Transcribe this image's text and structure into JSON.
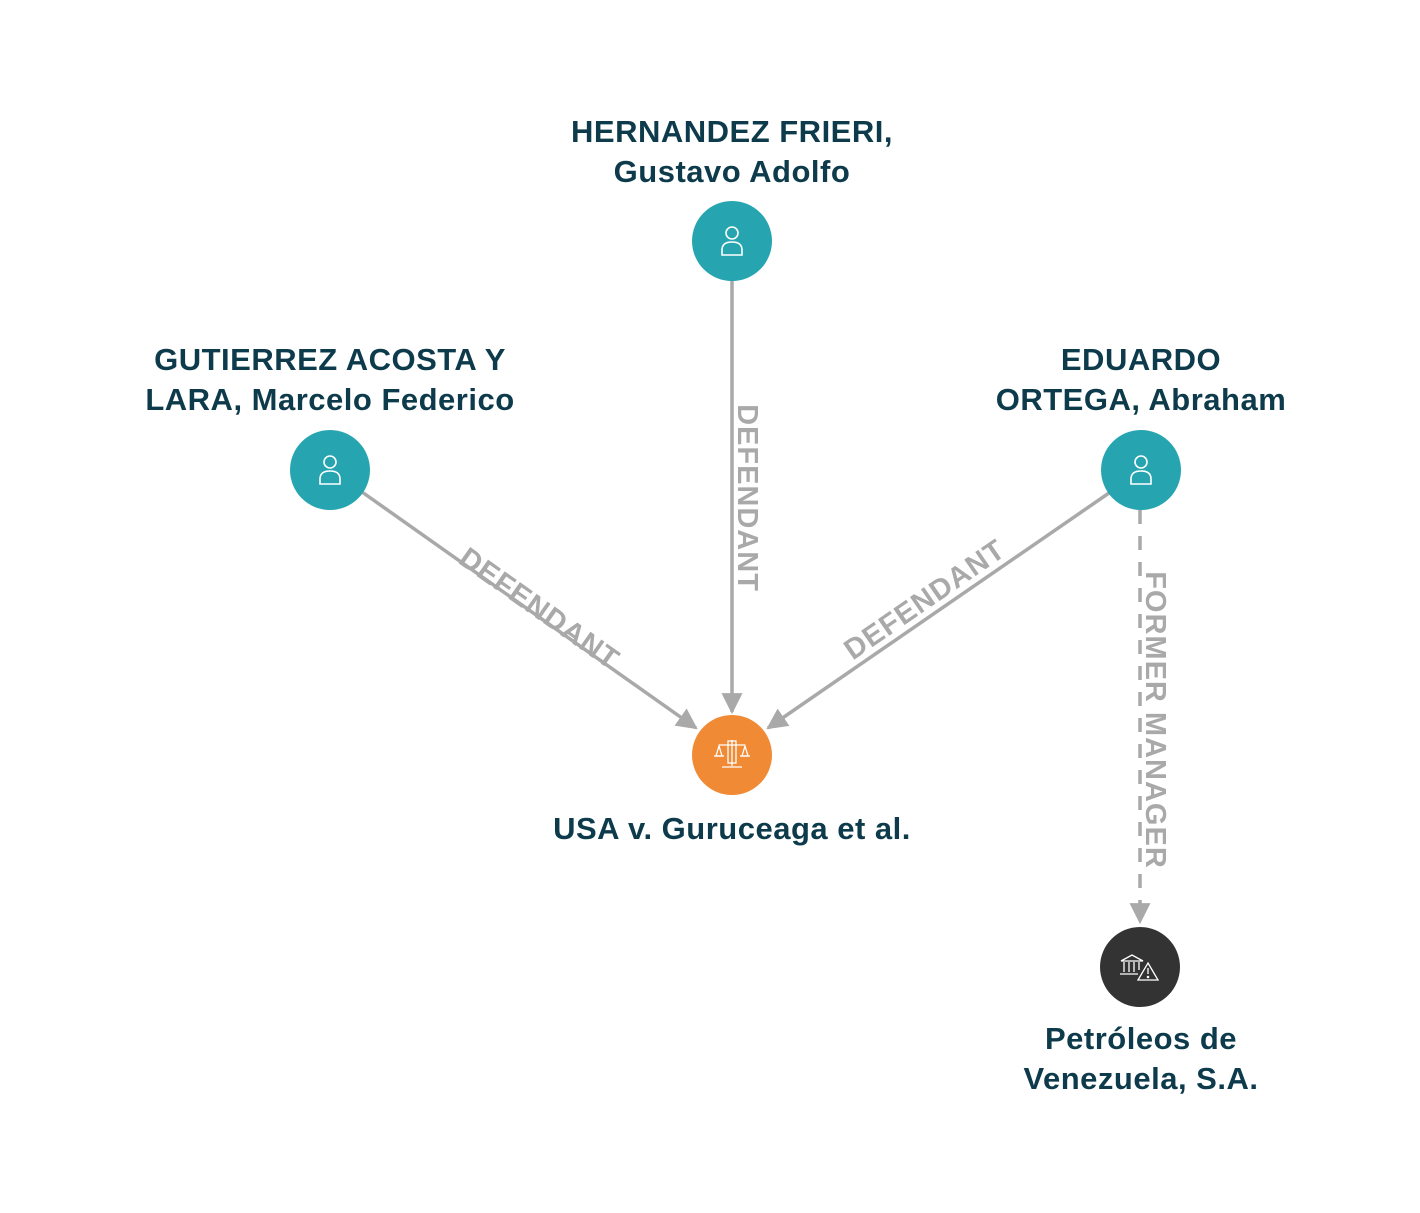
{
  "nodes": {
    "hernandez": {
      "line1": "HERNANDEZ FRIERI,",
      "line2": "Gustavo Adolfo",
      "type": "person",
      "color": "#26a5b0"
    },
    "gutierrez": {
      "line1": "GUTIERREZ ACOSTA Y",
      "line2": "LARA, Marcelo Federico",
      "type": "person",
      "color": "#26a5b0"
    },
    "eduardo": {
      "line1": "EDUARDO",
      "line2": "ORTEGA, Abraham",
      "type": "person",
      "color": "#26a5b0"
    },
    "case": {
      "line1": "USA v. Guruceaga et al.",
      "type": "legal-case",
      "color": "#f18a35"
    },
    "pdvsa": {
      "line1": "Petróleos de",
      "line2": "Venezuela, S.A.",
      "type": "sanctioned-institution",
      "color": "#333333"
    }
  },
  "edges": {
    "gutierrez_case": {
      "label": "DEFENDANT",
      "from": "gutierrez",
      "to": "case",
      "style": "solid"
    },
    "hernandez_case": {
      "label": "DEFENDANT",
      "from": "hernandez",
      "to": "case",
      "style": "solid"
    },
    "eduardo_case": {
      "label": "DEFENDANT",
      "from": "eduardo",
      "to": "case",
      "style": "solid"
    },
    "eduardo_pdvsa": {
      "label": "FORMER MANAGER",
      "from": "eduardo",
      "to": "pdvsa",
      "style": "dashed"
    }
  },
  "colors": {
    "edge": "#a9a9a9",
    "label_text": "#0e3b4b",
    "background": "#ffffff"
  }
}
